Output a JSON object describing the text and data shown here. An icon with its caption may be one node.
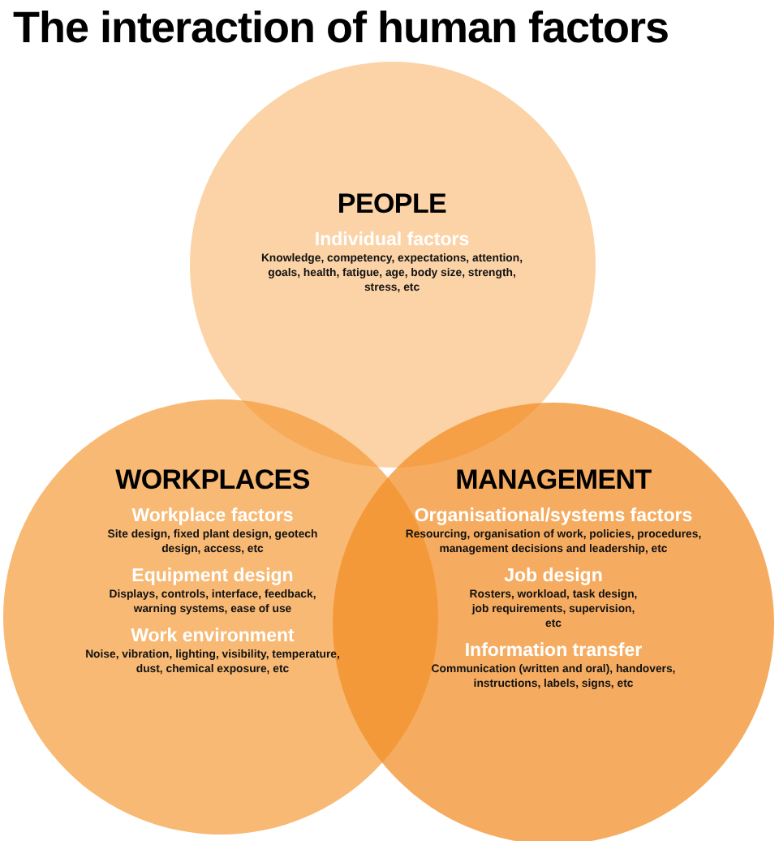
{
  "diagram": {
    "title": "The interaction of human factors",
    "nodes": [
      {
        "text": [
          "PEOPLE",
          "Individual factors",
          "Knowledge, competency, expectations, attention, goals, health, fatigue, age, body size, strength, stress, etc"
        ]
      },
      {
        "text": [
          "WORKPLACES",
          "Workplace factors",
          "Site design, fixed plant design, geotech design, access, etc",
          "Equipment design",
          "Displays, controls, interface, feedback, warning systems, ease of use",
          "Work environment",
          "Noise, vibration, lighting, visibility, temperature, dust, chemical exposure, etc"
        ]
      },
      {
        "text": [
          "MANAGEMENT",
          "Organisational/systems factors",
          "Resourcing, organisation of work, policies, procedures, management decisions and leadership, etc",
          "Job design",
          "Rosters, workload, task design, job requirements, supervision, etc",
          "Information transfer",
          "Communication (written and oral), handovers, instructions, labels, signs, etc"
        ]
      }
    ],
    "edges": []
  }
}
